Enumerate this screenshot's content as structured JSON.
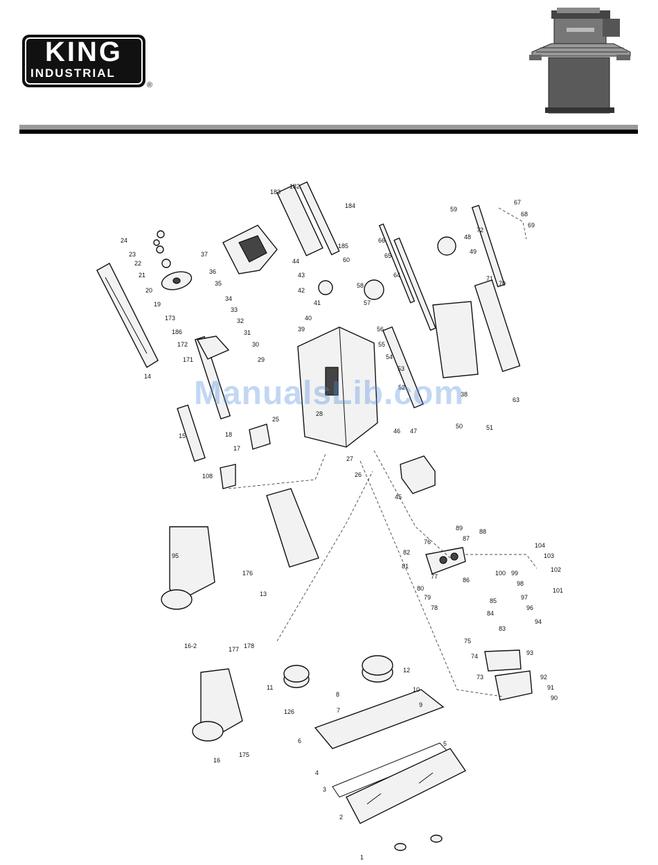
{
  "brand": {
    "name": "KING",
    "sub": "INDUSTRIAL",
    "registered": "®"
  },
  "watermark": "ManualsLib.com",
  "part_numbers": [
    "1",
    "2",
    "3",
    "4",
    "5",
    "6",
    "7",
    "8",
    "9",
    "10",
    "11",
    "12",
    "13",
    "14",
    "15",
    "16",
    "16-2",
    "17",
    "18",
    "19",
    "20",
    "21",
    "22",
    "23",
    "24",
    "25",
    "26",
    "27",
    "28",
    "29",
    "30",
    "31",
    "32",
    "33",
    "34",
    "35",
    "36",
    "37",
    "38",
    "39",
    "40",
    "41",
    "42",
    "43",
    "44",
    "45",
    "46",
    "47",
    "48",
    "49",
    "50",
    "51",
    "52",
    "53",
    "54",
    "55",
    "56",
    "57",
    "58",
    "59",
    "60",
    "63",
    "64",
    "65",
    "66",
    "67",
    "68",
    "69",
    "70",
    "71",
    "72",
    "73",
    "74",
    "75",
    "76",
    "77",
    "78",
    "79",
    "80",
    "81",
    "82",
    "83",
    "84",
    "85",
    "86",
    "87",
    "88",
    "89",
    "90",
    "91",
    "92",
    "93",
    "94",
    "95",
    "96",
    "97",
    "98",
    "99",
    "100",
    "101",
    "102",
    "103",
    "104",
    "108",
    "126",
    "171",
    "172",
    "173",
    "175",
    "176",
    "177",
    "178",
    "182",
    "183",
    "184",
    "185",
    "186"
  ]
}
